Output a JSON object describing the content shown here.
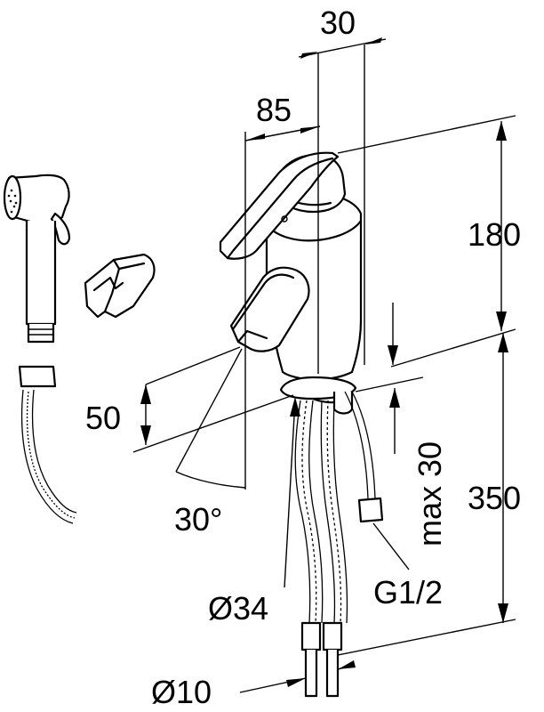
{
  "dimensions": {
    "top_offset": "30",
    "spout_reach": "85",
    "height_above_deck": "180",
    "spout_clearance": "50",
    "spout_angle": "30°",
    "max_deck_thickness": "max 30",
    "hose_length": "350",
    "base_diameter": "Ø34",
    "connection_thread": "G1/2",
    "hose_end_diameter": "Ø10"
  }
}
